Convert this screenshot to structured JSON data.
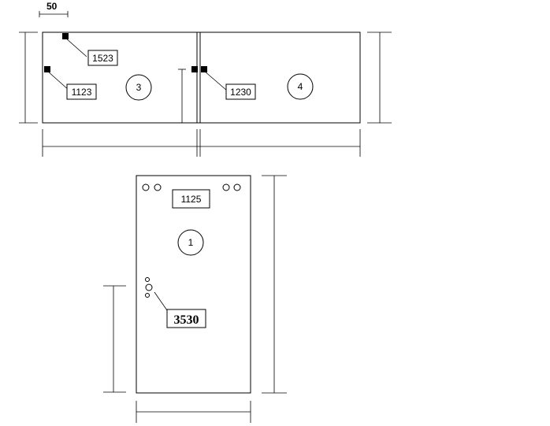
{
  "dimension_50": "50",
  "top_panels": {
    "left_labels": [
      "1523",
      "1123"
    ],
    "left_number": "3",
    "center_label": "1230",
    "right_number": "4"
  },
  "bottom_panel": {
    "top_label": "1125",
    "number": "1",
    "side_label": "3530"
  }
}
